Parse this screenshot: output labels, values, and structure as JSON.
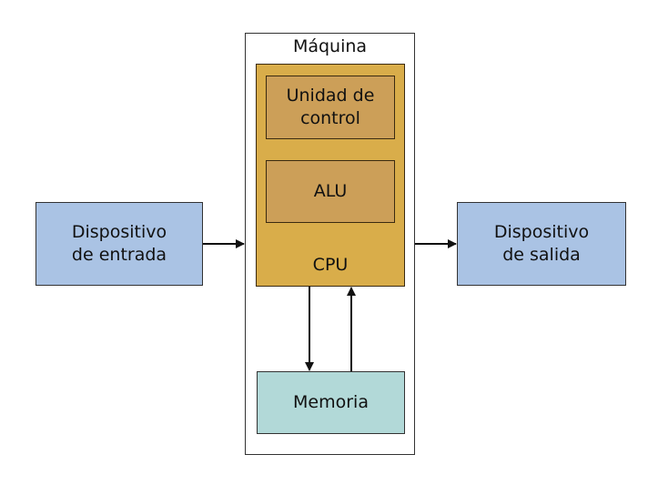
{
  "diagram": {
    "machine_label": "Máquina",
    "cpu_label": "CPU",
    "control_unit_label": "Unidad de control",
    "alu_label": "ALU",
    "memory_label": "Memoria",
    "input_device_label": "Dispositivo de entrada",
    "output_device_label": "Dispositivo de salida",
    "colors": {
      "cpu": "#d9ad4a",
      "cpu_components": "#cc9f58",
      "memory": "#b2d9d8",
      "devices": "#aac3e4"
    },
    "connections": [
      {
        "from": "Dispositivo de entrada",
        "to": "Máquina"
      },
      {
        "from": "Máquina",
        "to": "Dispositivo de salida"
      },
      {
        "from": "CPU",
        "to": "Memoria"
      },
      {
        "from": "Memoria",
        "to": "CPU"
      }
    ]
  }
}
